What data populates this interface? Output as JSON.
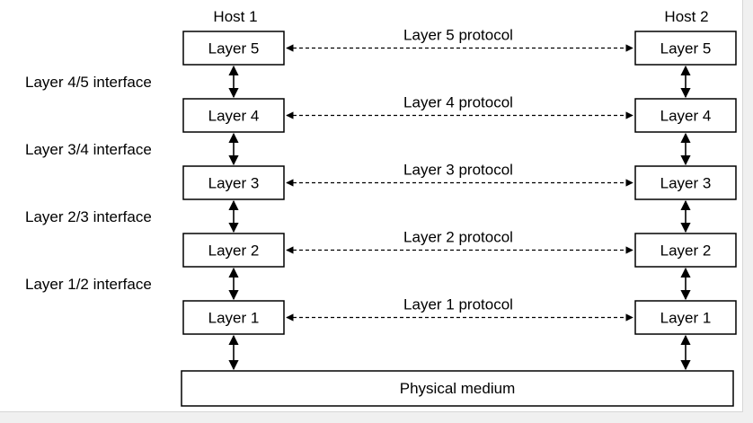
{
  "hosts": {
    "left": "Host 1",
    "right": "Host 2"
  },
  "layers": [
    {
      "label": "Layer 5",
      "protocol": "Layer 5 protocol",
      "interface_below": "Layer 4/5 interface"
    },
    {
      "label": "Layer 4",
      "protocol": "Layer 4 protocol",
      "interface_below": "Layer 3/4 interface"
    },
    {
      "label": "Layer 3",
      "protocol": "Layer 3 protocol",
      "interface_below": "Layer 2/3 interface"
    },
    {
      "label": "Layer 2",
      "protocol": "Layer 2 protocol",
      "interface_below": "Layer 1/2 interface"
    },
    {
      "label": "Layer 1",
      "protocol": "Layer 1 protocol",
      "interface_below": ""
    }
  ],
  "medium": {
    "label": "Physical medium"
  },
  "colors": {
    "background": "#f0f0f0",
    "canvas": "#ffffff",
    "stroke": "#000000"
  }
}
